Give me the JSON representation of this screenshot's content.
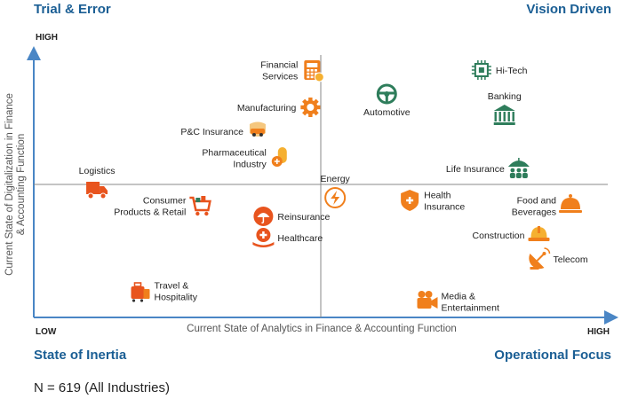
{
  "quadrants": {
    "top_left": "Trial & Error",
    "top_right": "Vision Driven",
    "bottom_left": "State of Inertia",
    "bottom_right": "Operational Focus"
  },
  "footnote": "N = 619 (All Industries)",
  "colors": {
    "accent": "#1a5e94",
    "axis": "#4a86c5",
    "orange": "#f07f1c",
    "red_orange": "#e8541e",
    "green": "#2e7d5b"
  },
  "chart_data": {
    "type": "scatter",
    "xlabel": "Current State of Analytics in Finance & Accounting  Function",
    "ylabel": "Current State of Digitalization in Finance & Accounting Function",
    "x_ticks": [
      "LOW",
      "HIGH"
    ],
    "y_ticks": [
      "HIGH",
      "LOW"
    ],
    "xlim": [
      0,
      100
    ],
    "ylim": [
      0,
      100
    ],
    "grid": false,
    "points": [
      {
        "label": "Financial Services",
        "x": 48.5,
        "y": 93,
        "icon": "calculator-icon",
        "color": "#f07f1c",
        "label_pos": "left"
      },
      {
        "label": "Manufacturing",
        "x": 48.2,
        "y": 79,
        "icon": "gear-icon",
        "color": "#f07f1c",
        "label_pos": "left"
      },
      {
        "label": "P&C Insurance",
        "x": 39.0,
        "y": 70,
        "icon": "car-insurance-icon",
        "color": "#f07f1c",
        "label_pos": "left"
      },
      {
        "label": "Pharmaceutical Industry",
        "x": 43.0,
        "y": 60,
        "icon": "pill-icon",
        "color": "#f07f1c",
        "label_pos": "left"
      },
      {
        "label": "Automotive",
        "x": 61.5,
        "y": 84,
        "icon": "steering-wheel-icon",
        "color": "#2e7d5b",
        "label_pos": "below"
      },
      {
        "label": "Hi-Tech",
        "x": 78.0,
        "y": 93,
        "icon": "chip-icon",
        "color": "#2e7d5b",
        "label_pos": "right"
      },
      {
        "label": "Banking",
        "x": 82.0,
        "y": 76,
        "icon": "bank-icon",
        "color": "#2e7d5b",
        "label_pos": "above"
      },
      {
        "label": "Life Insurance",
        "x": 84.5,
        "y": 56,
        "icon": "family-umbrella-icon",
        "color": "#2e7d5b",
        "label_pos": "left"
      },
      {
        "label": "Logistics",
        "x": 11.0,
        "y": 48,
        "icon": "truck-icon",
        "color": "#e8541e",
        "label_pos": "above"
      },
      {
        "label": "Consumer Products & Retail",
        "x": 29.0,
        "y": 42,
        "icon": "shopping-cart-icon",
        "color": "#e8541e",
        "label_pos": "left"
      },
      {
        "label": "Reinsurance",
        "x": 40.0,
        "y": 38,
        "icon": "umbrella-icon",
        "color": "#e8541e",
        "label_pos": "right"
      },
      {
        "label": "Healthcare",
        "x": 40.0,
        "y": 30,
        "icon": "medical-cross-icon",
        "color": "#e8541e",
        "label_pos": "right"
      },
      {
        "label": "Travel & Hospitality",
        "x": 18.5,
        "y": 10,
        "icon": "luggage-icon",
        "color": "#e8541e",
        "label_pos": "right"
      },
      {
        "label": "Energy",
        "x": 52.5,
        "y": 45,
        "icon": "lightning-icon",
        "color": "#f07f1c",
        "label_pos": "above"
      },
      {
        "label": "Health Insurance",
        "x": 65.5,
        "y": 44,
        "icon": "shield-plus-icon",
        "color": "#f07f1c",
        "label_pos": "right"
      },
      {
        "label": "Food and Beverages",
        "x": 93.5,
        "y": 42,
        "icon": "food-cloche-icon",
        "color": "#f07f1c",
        "label_pos": "left"
      },
      {
        "label": "Construction",
        "x": 88.0,
        "y": 31,
        "icon": "hard-hat-icon",
        "color": "#f07f1c",
        "label_pos": "left"
      },
      {
        "label": "Telecom",
        "x": 88.0,
        "y": 22,
        "icon": "satellite-dish-icon",
        "color": "#f07f1c",
        "label_pos": "right"
      },
      {
        "label": "Media & Entertainment",
        "x": 68.5,
        "y": 6,
        "icon": "camera-icon",
        "color": "#f07f1c",
        "label_pos": "right"
      }
    ]
  }
}
